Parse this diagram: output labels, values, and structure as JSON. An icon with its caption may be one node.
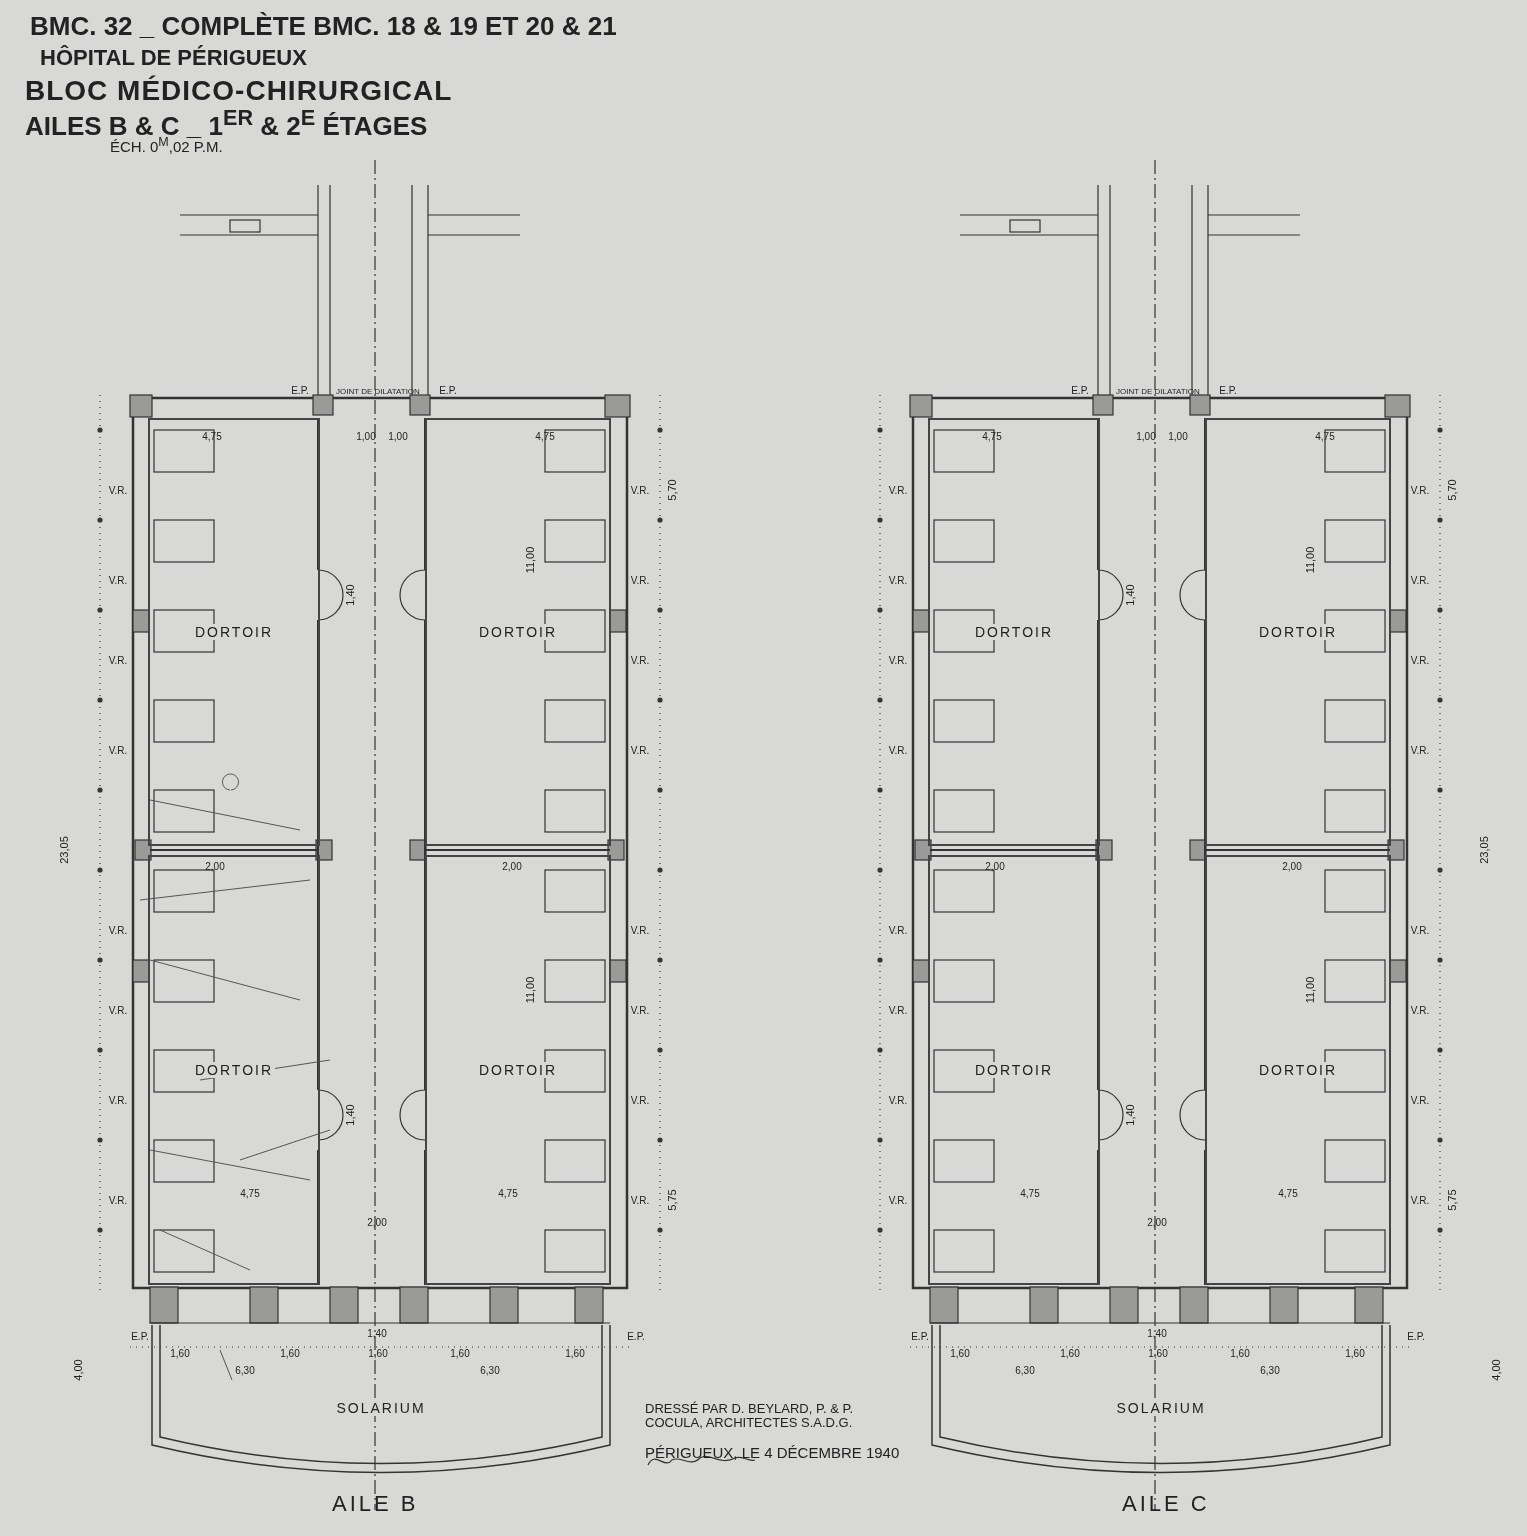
{
  "diagram": {
    "title": "BLOC MÉDICO-CHIRURGICAL",
    "nodes": [
      {
        "text": [
          "DORTOIR"
        ]
      },
      {
        "text": [
          "DORTOIR"
        ]
      },
      {
        "text": [
          "DORTOIR"
        ]
      },
      {
        "text": [
          "DORTOIR"
        ]
      },
      {
        "text": [
          "SOLARIUM"
        ]
      },
      {
        "text": [
          "DORTOIR"
        ]
      },
      {
        "text": [
          "DORTOIR"
        ]
      },
      {
        "text": [
          "DORTOIR"
        ]
      },
      {
        "text": [
          "DORTOIR"
        ]
      },
      {
        "text": [
          "SOLARIUM"
        ]
      }
    ],
    "labels": [
      "BMC. 32 _ COMPLÈTE BMC. 18 & 19 ET 20 & 21",
      "HÔPITAL DE PÉRIGUEUX",
      "AILES B & C _ 1$^{ER}$ & 2$^{E}$ ÉTAGES",
      "ÉCH. 0$^{M}$,02 P.M.",
      "JOINT DE DILATATION",
      "JOINT DE DILATATION",
      "DRESSÉ PAR D. BEYLARD, P. & P. COCULA, ARCHITECTES S.A.D.G.",
      "PÉRIGUEUX, LE 4 DÉCEMBRE 1940",
      "AILE B",
      "AILE C",
      "23,05",
      "23,05",
      "4,00",
      "4,00",
      "4,75",
      "1,00",
      "1,00",
      "4,75",
      "11,00",
      "2,00",
      "2,00",
      "11,00",
      "1,40",
      "1,40",
      "4,75",
      "4,75",
      "2,00",
      "1,40",
      "1,60",
      "1,60",
      "1,60",
      "1,60",
      "1,60",
      "6,30",
      "6,30",
      "V.R.",
      "V.R.",
      "V.R.",
      "V.R.",
      "V.R.",
      "V.R.",
      "V.R.",
      "V.R.",
      "V.R.",
      "V.R.",
      "V.R.",
      "V.R.",
      "V.R.",
      "V.R.",
      "V.R.",
      "V.R.",
      "E.P.",
      "E.P.",
      "E.P.",
      "E.P.",
      "5,70",
      "5,75",
      "4,75",
      "1,00",
      "1,00",
      "4,75",
      "11,00",
      "2,00",
      "2,00",
      "11,00",
      "1,40",
      "1,40",
      "4,75",
      "4,75",
      "2,00",
      "1,40",
      "1,60",
      "1,60",
      "1,60",
      "1,60",
      "1,60",
      "6,30",
      "6,30",
      "V.R.",
      "V.R.",
      "V.R.",
      "V.R.",
      "V.R.",
      "V.R.",
      "V.R.",
      "V.R.",
      "V.R.",
      "V.R.",
      "V.R.",
      "V.R.",
      "V.R.",
      "V.R.",
      "V.R.",
      "V.R.",
      "E.P.",
      "E.P.",
      "E.P.",
      "E.P.",
      "5,70",
      "5,75"
    ]
  }
}
